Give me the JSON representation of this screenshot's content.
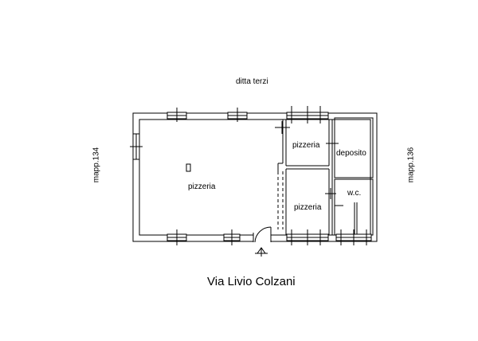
{
  "labels": {
    "north": "ditta terzi",
    "west": "mapp.134",
    "east": "mapp.136",
    "street": "Via Livio Colzani"
  },
  "rooms": {
    "main": "pizzeria",
    "upper_right": "pizzeria",
    "lower_right": "pizzeria",
    "storage": "deposito",
    "wc": "w.c."
  },
  "colors": {
    "line": "#000000",
    "wall_fill": "#ffffff",
    "background": "#ffffff"
  }
}
